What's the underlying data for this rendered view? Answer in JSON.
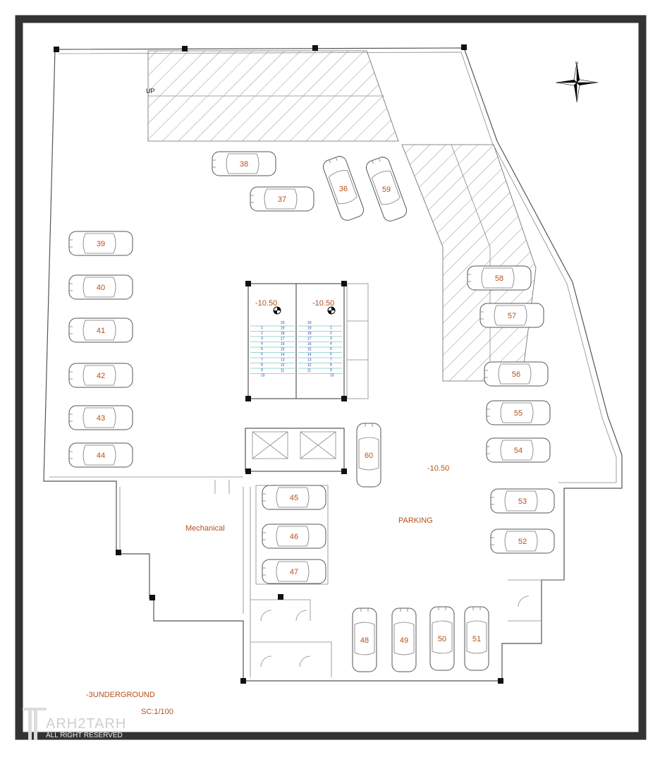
{
  "plan": {
    "up_label": "UP",
    "mechanical_label": "Mechanical",
    "parking_label": "PARKING",
    "parking_level": "-10.50",
    "stair_left_level": "-10.50",
    "stair_right_level": "-10.50",
    "floor_title": "-3UNDERGROUND",
    "scale": "SC:1/100",
    "north_label": "N",
    "stair_left_numbers": [
      "1",
      "2",
      "3",
      "4",
      "5",
      "6",
      "7",
      "8",
      "9",
      "10"
    ],
    "stair_right_numbers": [
      "20",
      "19",
      "18",
      "17",
      "16",
      "15",
      "14",
      "13",
      "12",
      "11"
    ]
  },
  "parking_spaces": [
    "38",
    "37",
    "36",
    "59",
    "39",
    "40",
    "41",
    "42",
    "43",
    "44",
    "58",
    "57",
    "56",
    "55",
    "54",
    "53",
    "52",
    "45",
    "46",
    "47",
    "60",
    "48",
    "49",
    "50",
    "51"
  ],
  "watermark": {
    "name": "ARH2TARH",
    "sub": "ALL RIGHT RESERVED"
  },
  "colors": {
    "label": "#b5501c",
    "frame": "#333333",
    "stair_numbers": "#2a3f9a"
  }
}
